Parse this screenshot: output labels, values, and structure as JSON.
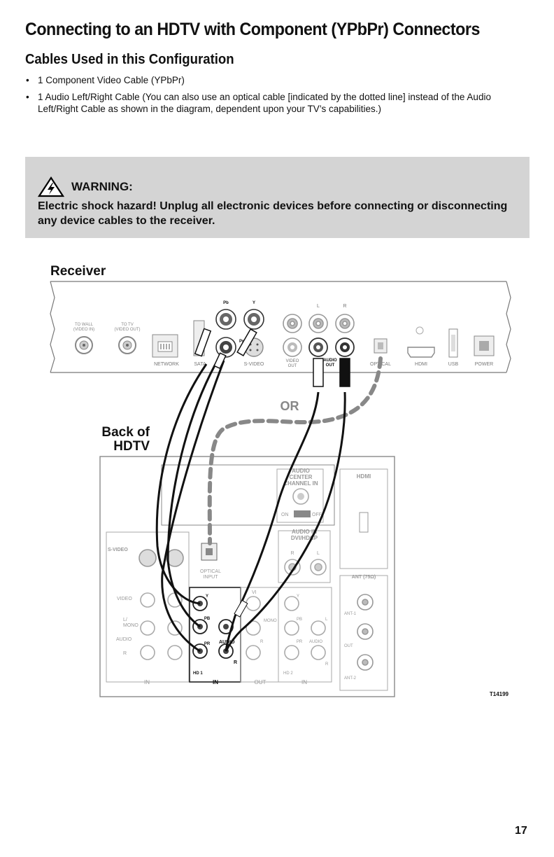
{
  "header": {
    "title": "Connecting to an HDTV with Component (YPbPr) Connectors",
    "subtitle": "Cables Used in this Configuration"
  },
  "cables": [
    "1 Component Video Cable (YPbPr)",
    "1 Audio Left/Right Cable (You can also use an optical cable [indicated by the dotted line] instead of the Audio Left/Right Cable as shown in the diagram, dependent upon your TV’s capabilities.)"
  ],
  "warning": {
    "title": "WARNING:",
    "text": "Electric shock hazard! Unplug all electronic devices before connecting or disconnecting any device cables to the receiver."
  },
  "diagram": {
    "receiver_label": "Receiver",
    "hdtv_label_1": "Back of",
    "hdtv_label_2": "HDTV",
    "or_label": "OR",
    "figure_id": "T14199",
    "receiver_ports": {
      "to_wall_1": "TO WALL",
      "to_wall_2": "(VIDEO IN)",
      "to_tv_1": "TO TV",
      "to_tv_2": "(VIDEO OUT)",
      "network": "NETWORK",
      "sata": "SATA",
      "pb": "Pb",
      "y": "Y",
      "pr": "Pr",
      "svideo": "S-VIDEO",
      "l": "L",
      "r": "R",
      "video_out_1": "VIDEO",
      "video_out_2": "OUT",
      "audio_out_1": "AUDIO",
      "audio_out_2": "OUT",
      "optical": "OPTICAL",
      "hdmi": "HDMI",
      "usb": "USB",
      "power": "POWER"
    },
    "tv_ports": {
      "audio_center_1": "AUDIO",
      "audio_center_2": "CENTER",
      "audio_center_3": "CHANNEL IN",
      "on": "ON",
      "off": "OFF",
      "hdmi": "HDMI",
      "audio_in_1": "AUDIO IN",
      "audio_in_2": "DVI/HDCP",
      "r": "R",
      "l": "L",
      "svideo": "S-VIDEO",
      "optical_1": "OPTICAL",
      "optical_2": "INPUT",
      "video": "VIDEO",
      "l_mono_1": "L/",
      "l_mono_2": "MONO",
      "audio": "AUDIO",
      "ant_75": "ANT (75Ω)",
      "ant1": "ANT-1",
      "ant_out": "OUT",
      "ant2": "ANT-2",
      "y": "Y",
      "pb": "PB",
      "pr": "PR",
      "hd1": "HD 1",
      "hd2": "HD 2",
      "in": "IN",
      "out": "OUT",
      "video_short": "VI",
      "mono": "MONO"
    }
  }
}
